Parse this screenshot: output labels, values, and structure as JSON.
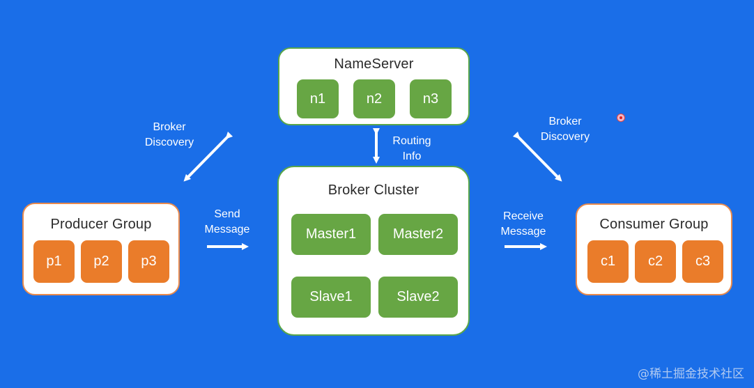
{
  "nameserver": {
    "title": "NameServer",
    "nodes": [
      "n1",
      "n2",
      "n3"
    ]
  },
  "broker_cluster": {
    "title": "Broker Cluster",
    "nodes": [
      "Master1",
      "Master2",
      "Slave1",
      "Slave2"
    ]
  },
  "producer_group": {
    "title": "Producer Group",
    "nodes": [
      "p1",
      "p2",
      "p3"
    ]
  },
  "consumer_group": {
    "title": "Consumer Group",
    "nodes": [
      "c1",
      "c2",
      "c3"
    ]
  },
  "labels": {
    "broker_discovery_left": [
      "Broker",
      "Discovery"
    ],
    "broker_discovery_right": [
      "Broker",
      "Discovery"
    ],
    "routing_info": [
      "Routing",
      "Info"
    ],
    "send_message": [
      "Send",
      "Message"
    ],
    "receive_message": [
      "Receive",
      "Message"
    ]
  },
  "watermark": "@稀土掘金技术社区",
  "colors": {
    "background": "#1a6ee8",
    "green_node": "#67a644",
    "orange_node": "#ea7c2a",
    "panel": "#ffffff"
  }
}
